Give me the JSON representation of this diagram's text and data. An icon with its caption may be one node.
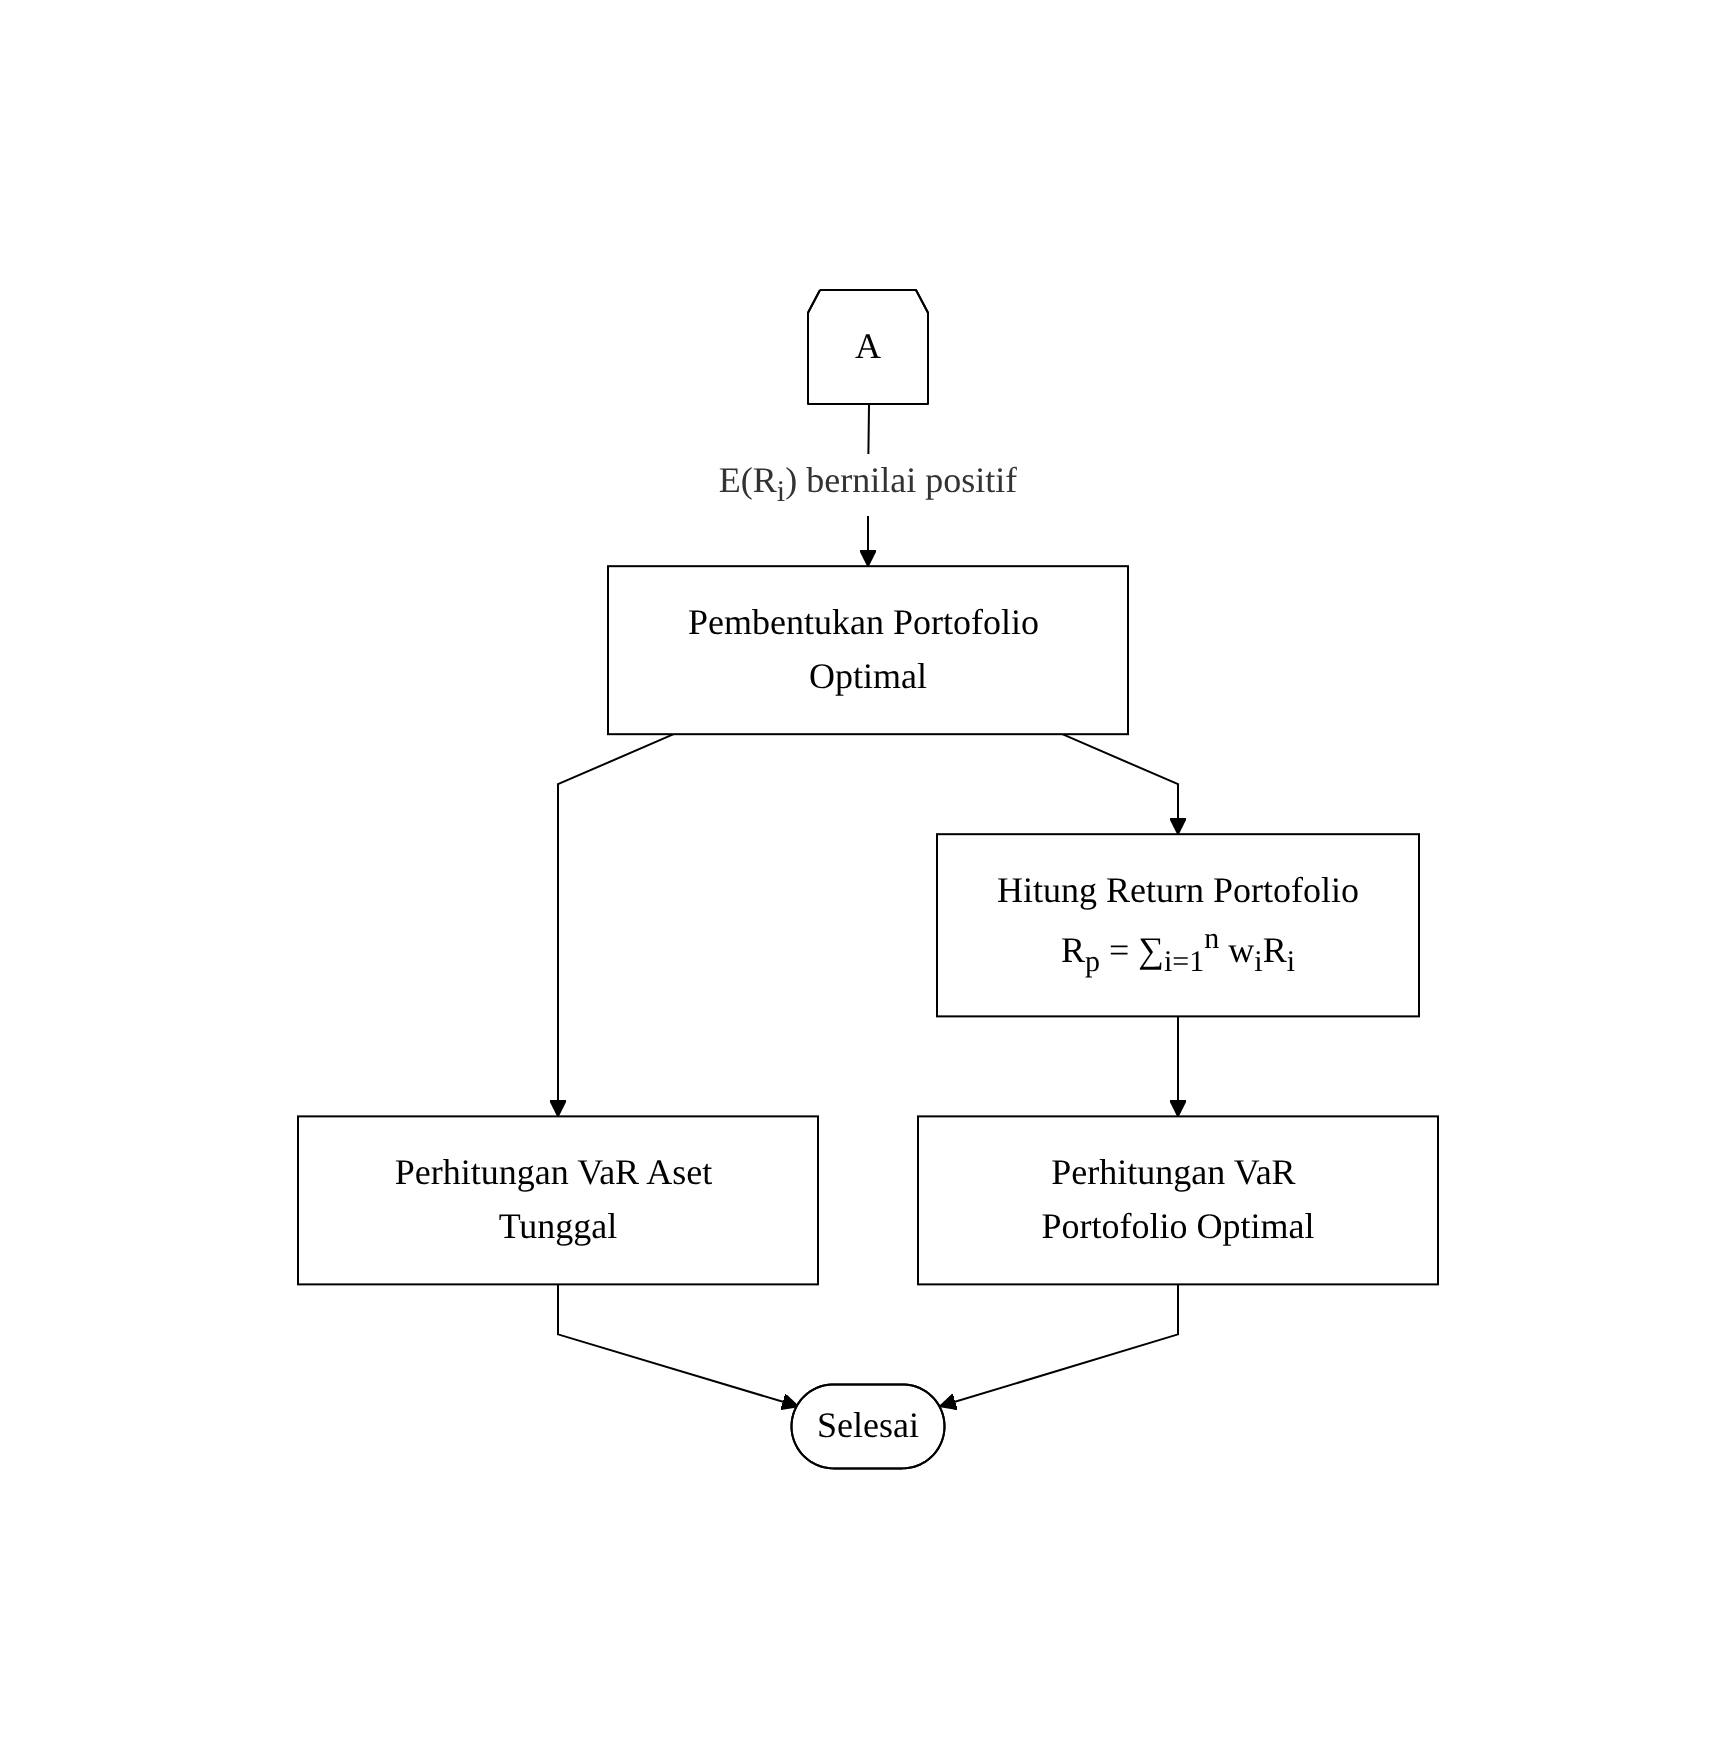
{
  "diagram": {
    "nodes": [
      {
        "text": [
          "A"
        ]
      },
      {
        "text": [
          "Pembentukan Portofolio Optimal"
        ]
      },
      {
        "text": [
          "Perhitungan VaR Aset Tunggal"
        ]
      },
      {
        "text": [
          "Hitung Return Portofolio",
          "R$_{p}$ = ∑$_{i=1}$$^{n}$ w$_{i}$R$_{i}$"
        ]
      },
      {
        "text": [
          "Perhitungan VaR Portofolio Optimal"
        ]
      },
      {
        "text": [
          "Selesai"
        ]
      }
    ],
    "edges": [
      {
        "from": 0,
        "to": 1,
        "arrow": "to",
        "label": "E(R$_{i}$) bernilai positif"
      },
      {
        "from": 1,
        "to": 2,
        "arrow": "to"
      },
      {
        "from": 1,
        "to": 3,
        "arrow": "to"
      },
      {
        "from": 3,
        "to": 4,
        "arrow": "to"
      },
      {
        "from": 2,
        "to": 5,
        "arrow": "to"
      },
      {
        "from": 4,
        "to": 5,
        "arrow": "to"
      }
    ]
  }
}
